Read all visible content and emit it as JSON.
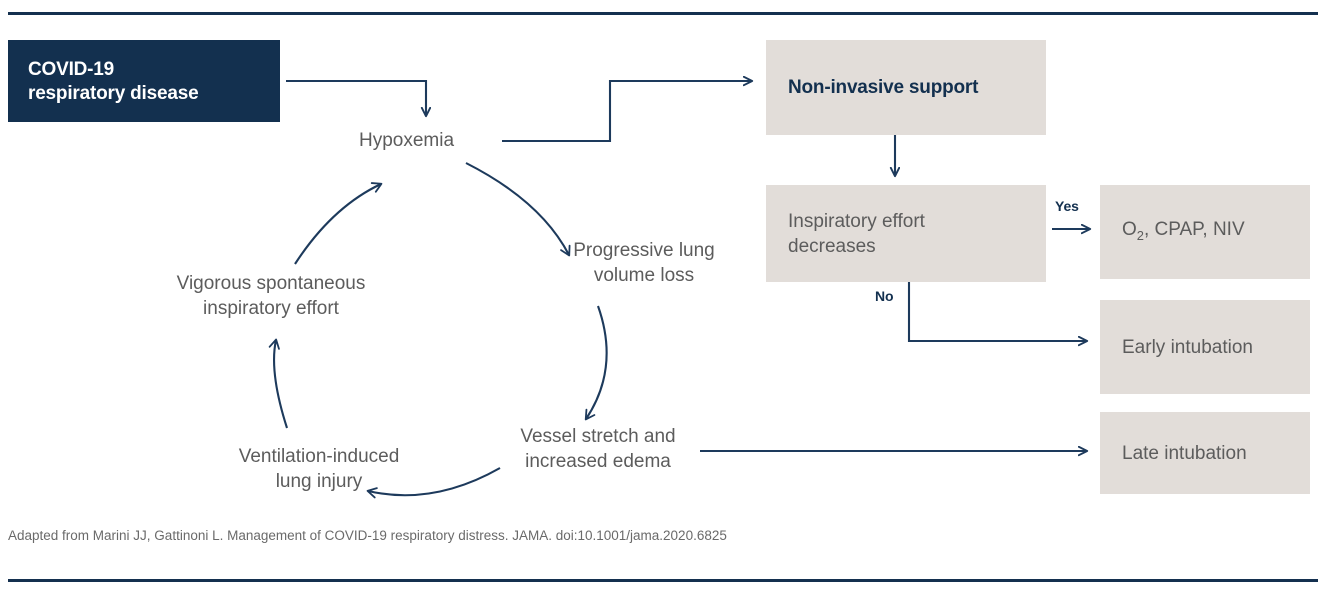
{
  "figure": {
    "source_box": {
      "line1": "COVID-19",
      "line2": "respiratory disease",
      "bg_color": "#13304f",
      "text_color": "#ffffff"
    },
    "cycle_nodes": [
      {
        "id": "hypoxemia",
        "label": "Hypoxemia"
      },
      {
        "id": "progressive-lung-volume-loss",
        "line1": "Progressive lung",
        "line2": "volume loss"
      },
      {
        "id": "vessel-stretch",
        "line1": "Vessel stretch and",
        "line2": "increased edema"
      },
      {
        "id": "ventilation-induced-lung-injury",
        "line1": "Ventilation-induced",
        "line2": "lung injury"
      },
      {
        "id": "vigorous-inspiratory-effort",
        "line1": "Vigorous spontaneous",
        "line2": "inspiratory effort"
      }
    ],
    "pathway_boxes": [
      {
        "id": "non-invasive-support",
        "label": "Non-invasive support",
        "style": "bold-navy"
      },
      {
        "id": "inspiratory-effort-decreases",
        "line1": "Inspiratory effort",
        "line2": "decreases",
        "style": "plain"
      },
      {
        "id": "o2-cpap-niv",
        "label_prefix": "O",
        "label_sub": "2",
        "label_suffix": ", CPAP, NIV",
        "style": "plain"
      },
      {
        "id": "early-intubation",
        "label": "Early intubation",
        "style": "plain"
      },
      {
        "id": "late-intubation",
        "label": "Late intubation",
        "style": "plain"
      }
    ],
    "branch_labels": [
      {
        "id": "yes",
        "label": "Yes"
      },
      {
        "id": "no",
        "label": "No"
      }
    ],
    "caption": "Adapted from Marini JJ, Gattinoni L. Management of COVID-19 respiratory distress. JAMA. doi:10.1001/jama.2020.6825",
    "colors": {
      "navy": "#13304f",
      "box_gray": "#e2ddd9",
      "body_text": "#5c5c5c",
      "caption_text": "#6a6a6a",
      "rule": "#14304f"
    }
  }
}
